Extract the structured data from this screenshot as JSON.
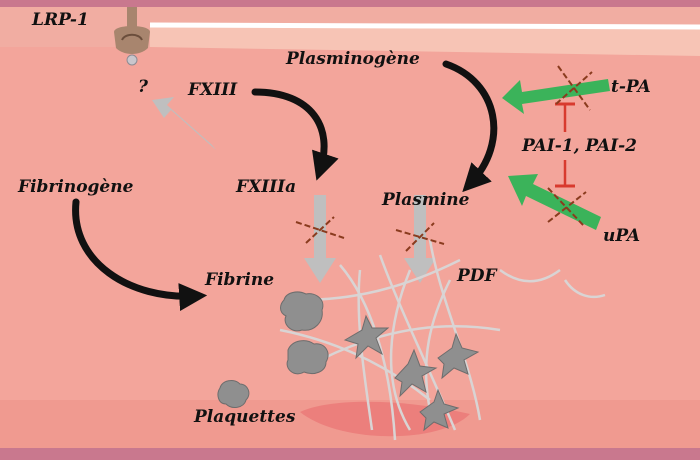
{
  "labels": {
    "lrp1": "LRP-1",
    "question": "?",
    "fxiii": "FXIII",
    "fxiiia": "FXIIIa",
    "plasminogene": "Plasminogène",
    "plasmine": "Plasmine",
    "tpa": "t-PA",
    "upa": "uPA",
    "pai": "PAI-1, PAI-2",
    "fibrinogene": "Fibrinogène",
    "fibrine": "Fibrine",
    "pdf": "PDF",
    "plaquettes": "Plaquettes"
  },
  "colors": {
    "vessel_lumen": "#f3a59b",
    "vessel_wall": "#c9788e",
    "activation_arrow": "#3bb35a",
    "inhibition": "#d83a2e",
    "blocked_mark": "#8a3b1e",
    "conversion_arrow": "#111111",
    "flow_arrow": "#bfbfbf",
    "fibrin_strand": "#d9d4d4",
    "platelet": "#8f8f8f"
  },
  "icons": {
    "receptor": "receptor-icon"
  }
}
